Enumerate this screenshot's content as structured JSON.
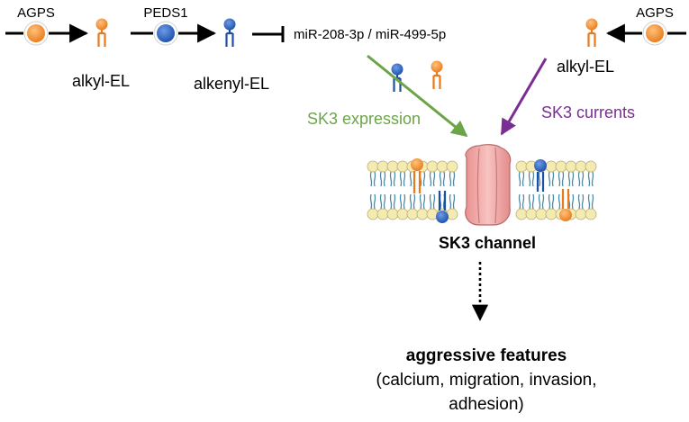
{
  "enzymes": {
    "agps_left": "AGPS",
    "peds1": "PEDS1",
    "agps_right": "AGPS"
  },
  "lipids": {
    "alkyl_el_left": "alkyl-EL",
    "alkenyl_el": "alkenyl-EL",
    "alkyl_el_right": "alkyl-EL"
  },
  "mirna": "miR-208-3p / miR-499-5p",
  "effects": {
    "sk3_expression": "SK3 expression",
    "sk3_currents": "SK3 currents"
  },
  "channel_label": "SK3 channel",
  "outcome": {
    "title": "aggressive features",
    "detail_line1": "(calcium, migration, invasion,",
    "detail_line2": "adhesion)"
  },
  "colors": {
    "orange": "#F0912E",
    "blue": "#2C64C2",
    "green": "#6BA547",
    "purple": "#7A2E94",
    "channel": "#F0A8A8",
    "head": "#F4EBB2",
    "tail": "#4C8AA8"
  }
}
